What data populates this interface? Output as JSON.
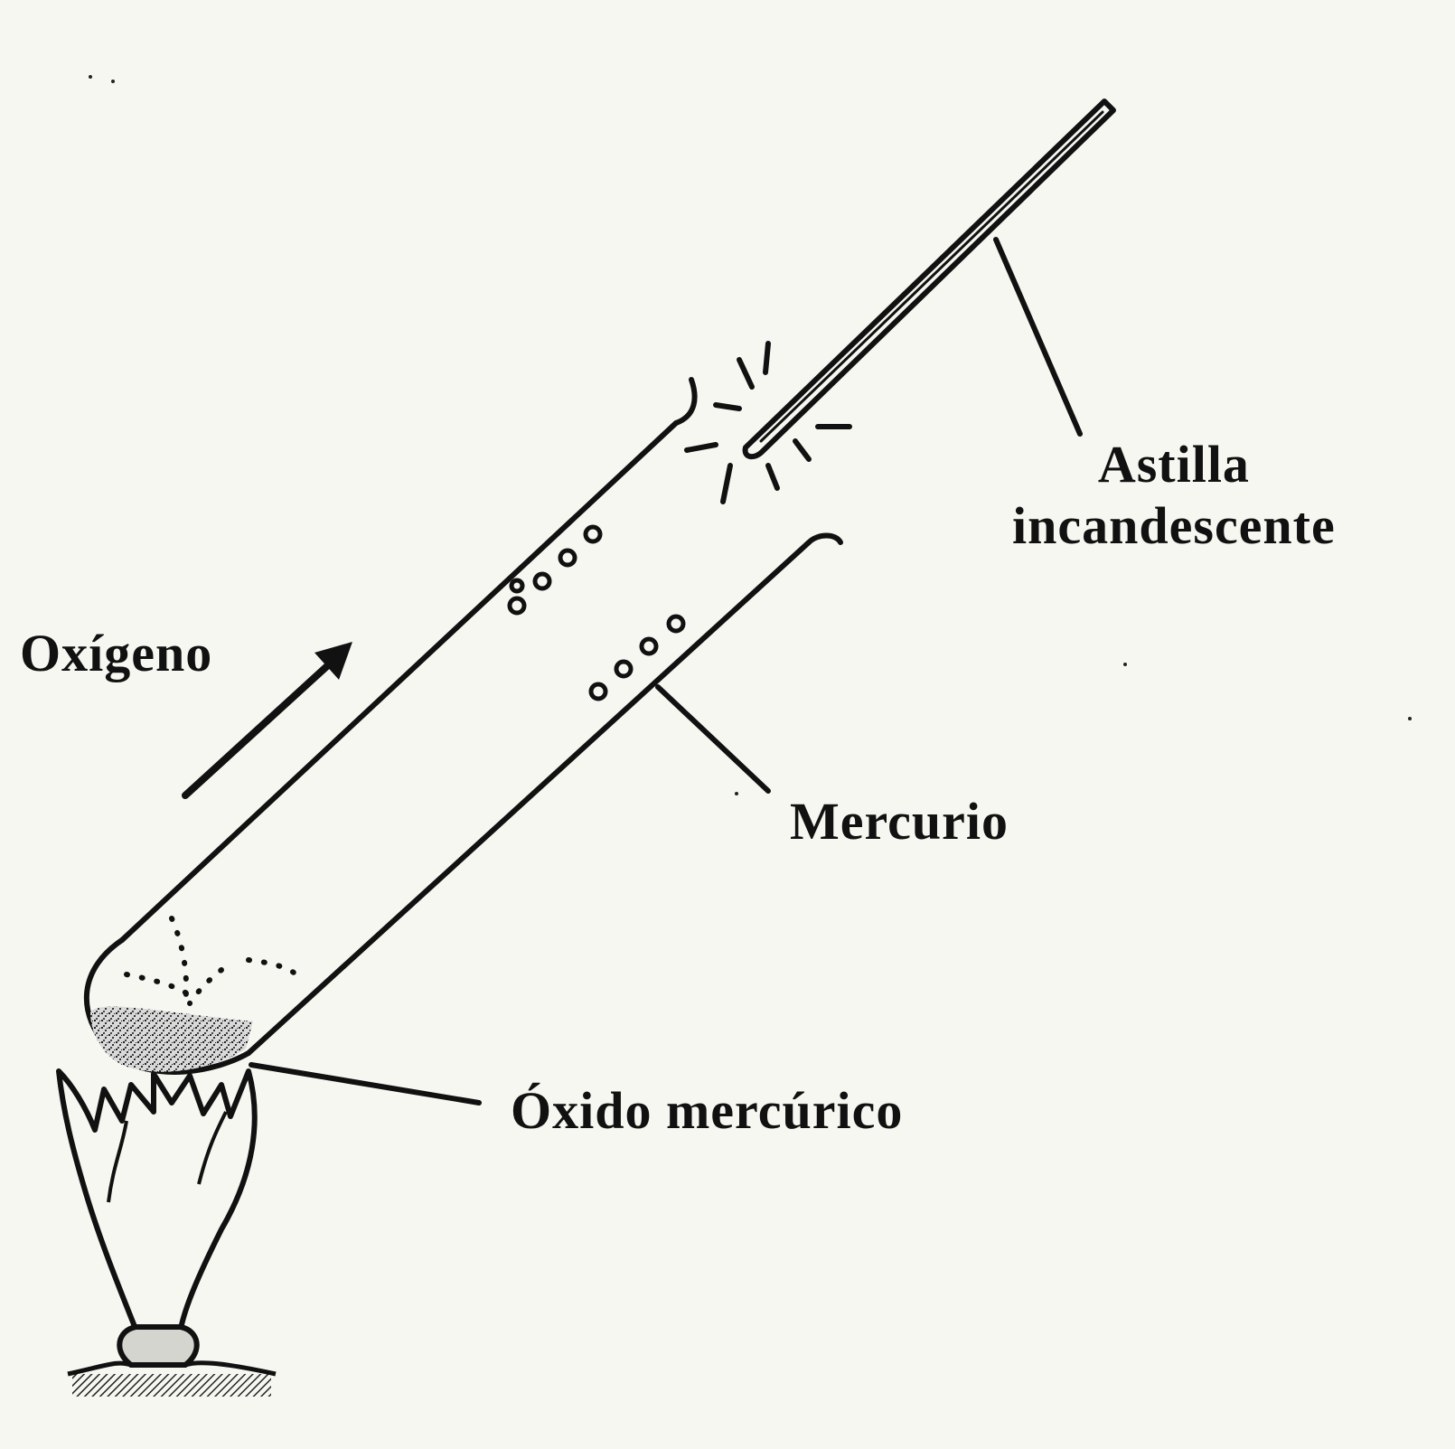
{
  "labels": {
    "oxygen": "Oxígeno",
    "splint_line1": "Astilla",
    "splint_line2": "incandescente",
    "mercury": "Mercurio",
    "mercuric_oxide": "Óxido mercúrico"
  },
  "colors": {
    "ink": "#111111",
    "paper": "#f7f7f2"
  }
}
